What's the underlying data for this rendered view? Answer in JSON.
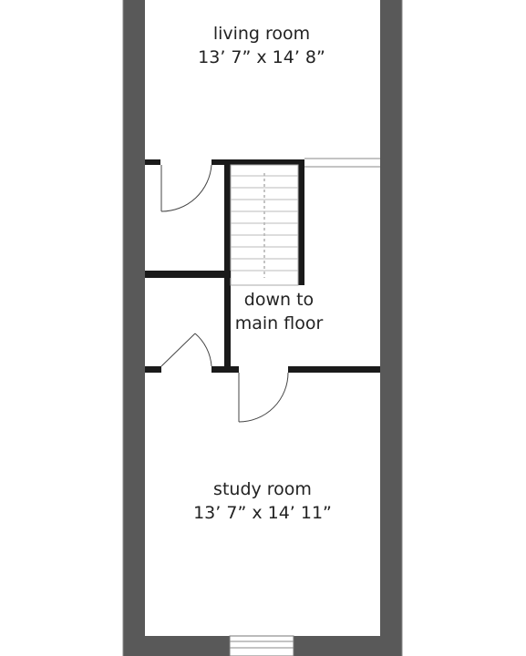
{
  "rooms": {
    "living": {
      "name": "living room",
      "dims": "13’ 7” x 14’ 8”"
    },
    "stairs": {
      "line1": "down to",
      "line2": "main floor"
    },
    "study": {
      "name": "study room",
      "dims": "13’ 7” x 14’ 11”"
    }
  },
  "colors": {
    "wall": "#595959",
    "wall_dark": "#1a1a1a",
    "background": "#ffffff"
  }
}
